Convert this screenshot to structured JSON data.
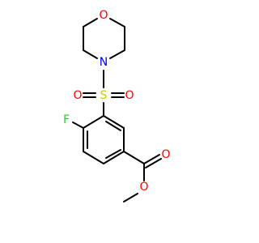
{
  "molecule": {
    "atom_labels": {
      "o_morpholine": "O",
      "n_morpholine": "N",
      "s_sulfonyl": "S",
      "o_sulfonyl_left": "O",
      "o_sulfonyl_right": "O",
      "f": "F",
      "o_carbonyl": "O",
      "o_ester": "O"
    },
    "colors": {
      "bond": "#000000",
      "O": "#ff0000",
      "N": "#0000ff",
      "S": "#cccc00",
      "F": "#33cc33"
    }
  }
}
